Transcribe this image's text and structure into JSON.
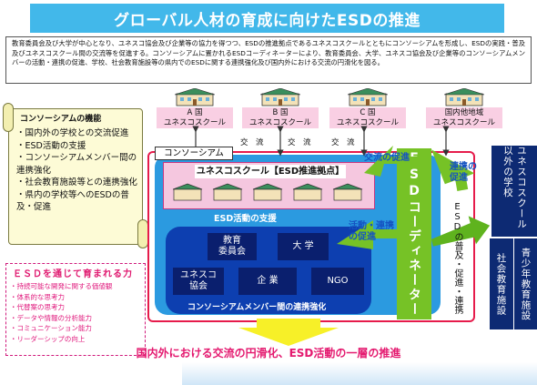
{
  "title": "グローバル人材の育成に向けたESDの推進",
  "intro": "教育委員会及び大学が中心となり、ユネスコ協会及び企業等の協力を得つつ、ESDの推進拠点であるユネスコスクールとともにコンソーシアムを形成し、ESDの実践・普及及びユネスコスクール間の交流等を促進する。コンソーシアムに置かれるESDコーディネーターにより、教育委員会、大学、ユネスコ協会及び企業等のコンソーシアムメンバーの活動・連携の促進、学校、社会教育施設等の県内でのESDに関する連携強化及び国内外における交流の円滑化を図る。",
  "functions": {
    "title": "コンソーシアムの機能",
    "items": [
      "・国内外の学校との交流促進",
      "・ESD活動の支援",
      "・コンソーシアムメンバー間の連携強化",
      "・社会教育施設等との連携強化",
      "・県内の学校等へのESDの普及・促進"
    ]
  },
  "skills": {
    "title": "ＥＳＤを通じて育まれる力",
    "items": [
      "・持続可能な開発に関する価値観",
      "・体系的な思考力",
      "・代替案の思考力",
      "・データや情報の分析能力",
      "・コミュニケーション能力",
      "・リーダーシップの向上"
    ]
  },
  "schools": [
    {
      "line1": "A 国",
      "line2": "ユネスコスクール"
    },
    {
      "line1": "B 国",
      "line2": "ユネスコスクール"
    },
    {
      "line1": "C 国",
      "line2": "ユネスコスクール"
    },
    {
      "line1": "国内他地域",
      "line2": "ユネスコスクール"
    }
  ],
  "exchange_label": "交　流",
  "consortium_label": "コンソーシアム",
  "unesco_school_title": "ユネスコスクール【ESD推進拠点】",
  "esd_support": "ESD活動の支援",
  "members": [
    "教育\n委員会",
    "大 学",
    "ユネスコ\n協会",
    "企 業",
    "NGO"
  ],
  "members_caption": "コンソーシアムメンバー間の連携強化",
  "coordinator": "ESDコーディネーター",
  "arrow_labels": {
    "promote_exchange": "交流の促進",
    "promote_cooperation": "連携の\n促進",
    "activity_cooperation": "活動・連携\nの促進",
    "esd_spread": "ESDの普及・促進・連携"
  },
  "right_column": {
    "top": "ユネスコスクール以外の学校",
    "bottom_left": "社会教育施設",
    "bottom_right": "青少年教育施設"
  },
  "bottom_text": "国内外における交流の円滑化、ESD活動の一層の推進",
  "colors": {
    "title_bg": "#42b8ea",
    "consortium_border": "#e61b4b",
    "coordinator": "#76c226",
    "members_bg": "#0d3fb0",
    "accent_pink": "#e4196f"
  }
}
